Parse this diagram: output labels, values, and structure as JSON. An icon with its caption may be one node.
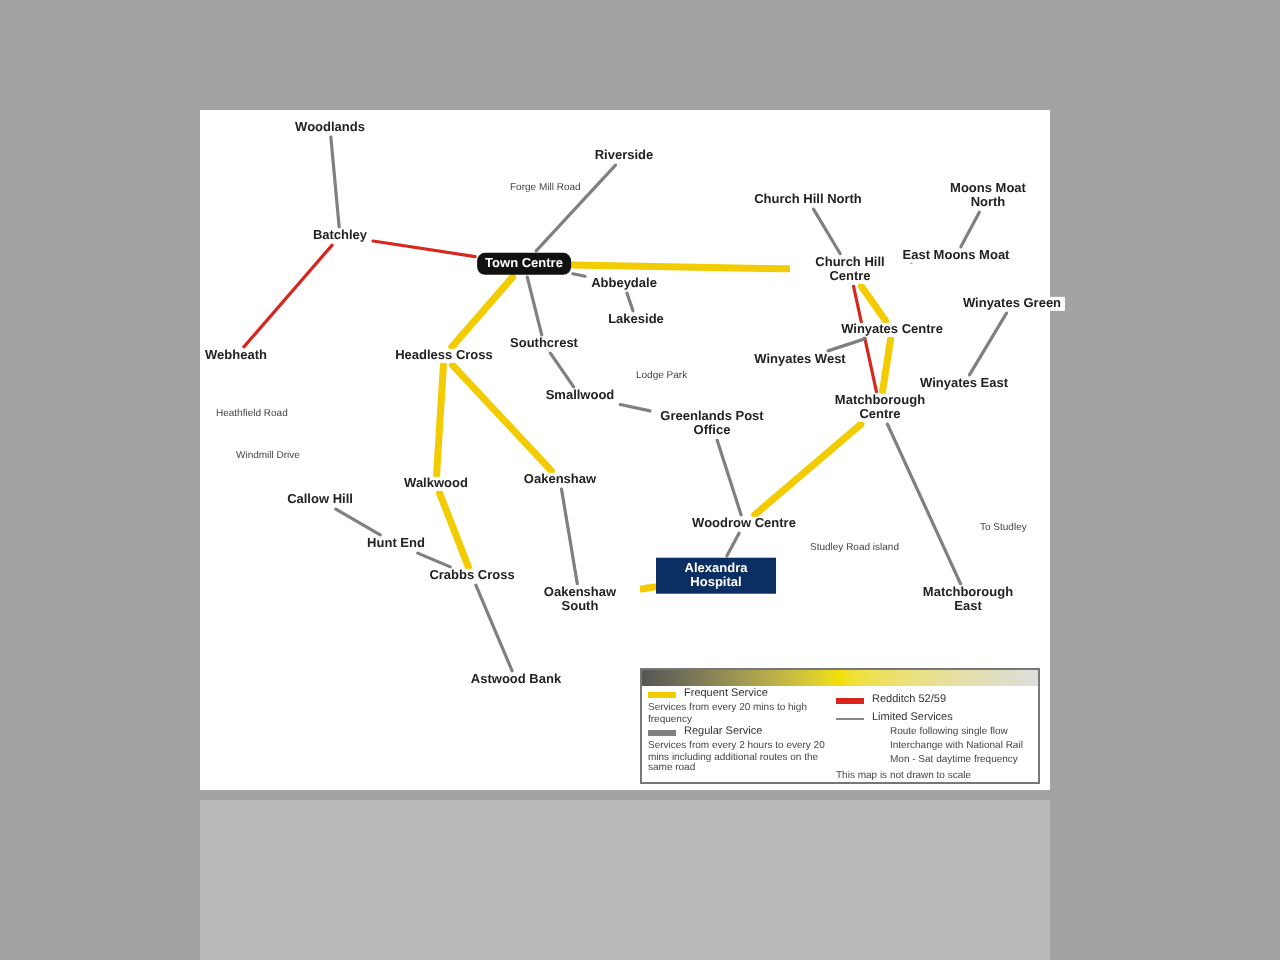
{
  "diagram": {
    "nodes": [
      {
        "text": [
          "Woodlands"
        ]
      },
      {
        "text": [
          "Batchley"
        ]
      },
      {
        "text": [
          "Town Centre"
        ]
      },
      {
        "text": [
          "Webheath"
        ]
      },
      {
        "text": [
          "Headless Cross"
        ]
      },
      {
        "text": [
          "Callow Hill"
        ]
      },
      {
        "text": [
          "Hunt End"
        ]
      },
      {
        "text": [
          "Crabbs Cross"
        ]
      },
      {
        "text": [
          "Walkwood"
        ]
      },
      {
        "text": [
          "Southcrest"
        ]
      },
      {
        "text": [
          "Smallwood"
        ]
      },
      {
        "text": [
          "Lakeside"
        ]
      },
      {
        "text": [
          "Abbeydale"
        ]
      },
      {
        "text": [
          "Riverside"
        ]
      },
      {
        "text": [
          "Church Hill North"
        ]
      },
      {
        "text": [
          "Church Hill Centre"
        ]
      },
      {
        "text": [
          "Moons Moat North"
        ]
      },
      {
        "text": [
          "East Moons Moat"
        ]
      },
      {
        "text": [
          "Winyates Green"
        ]
      },
      {
        "text": [
          "Winyates Centre"
        ]
      },
      {
        "text": [
          "Winyates West"
        ]
      },
      {
        "text": [
          "Winyates East"
        ]
      },
      {
        "text": [
          "Matchborough Centre"
        ]
      },
      {
        "text": [
          "Matchborough East"
        ]
      },
      {
        "text": [
          "Greenlands Post Office"
        ]
      },
      {
        "text": [
          "Oakenshaw"
        ]
      },
      {
        "text": [
          "Oakenshaw South"
        ]
      },
      {
        "text": [
          "Woodrow Centre"
        ]
      },
      {
        "text": [
          "Alexandra Hospital"
        ]
      },
      {
        "text": [
          "Astwood Bank"
        ]
      }
    ],
    "edges": [
      {
        "from": 2,
        "to": 15,
        "arrow": "none",
        "style": "thick",
        "color": "#f2cc00"
      },
      {
        "from": 15,
        "to": 19,
        "arrow": "none",
        "style": "thick",
        "color": "#f2cc00"
      },
      {
        "from": 19,
        "to": 22,
        "arrow": "none",
        "style": "thick",
        "color": "#f2cc00"
      },
      {
        "from": 22,
        "to": 27,
        "arrow": "none",
        "style": "thick",
        "color": "#f2cc00"
      },
      {
        "from": 2,
        "to": 4,
        "arrow": "none",
        "style": "thick",
        "color": "#f2cc00"
      },
      {
        "from": 4,
        "to": 8,
        "arrow": "none",
        "style": "thick",
        "color": "#f2cc00"
      },
      {
        "from": 8,
        "to": 7,
        "arrow": "none",
        "style": "thick",
        "color": "#f2cc00"
      },
      {
        "from": 2,
        "to": 1,
        "arrow": "none",
        "color": "#d7261e"
      },
      {
        "from": 1,
        "to": 3,
        "arrow": "none",
        "color": "#d7261e"
      },
      {
        "from": 15,
        "to": 22,
        "arrow": "none",
        "color": "#d7261e"
      },
      {
        "from": 1,
        "to": 0,
        "arrow": "none"
      },
      {
        "from": 2,
        "to": 9,
        "arrow": "none"
      },
      {
        "from": 9,
        "to": 10,
        "arrow": "none"
      },
      {
        "from": 10,
        "to": 24,
        "arrow": "none"
      },
      {
        "from": 24,
        "to": 27,
        "arrow": "none"
      },
      {
        "from": 27,
        "to": 28,
        "arrow": "none"
      },
      {
        "from": 2,
        "to": 12,
        "arrow": "none"
      },
      {
        "from": 12,
        "to": 11,
        "arrow": "none"
      },
      {
        "from": 2,
        "to": 13,
        "arrow": "none"
      },
      {
        "from": 15,
        "to": 14,
        "arrow": "none"
      },
      {
        "from": 15,
        "to": 17,
        "arrow": "none"
      },
      {
        "from": 17,
        "to": 16,
        "arrow": "none"
      },
      {
        "from": 18,
        "to": 21,
        "arrow": "none"
      },
      {
        "from": 19,
        "to": 20,
        "arrow": "none"
      },
      {
        "from": 22,
        "to": 23,
        "arrow": "none"
      },
      {
        "from": 4,
        "to": 25,
        "arrow": "none",
        "style": "thick",
        "color": "#f2cc00"
      },
      {
        "from": 25,
        "to": 26,
        "arrow": "none"
      },
      {
        "from": 26,
        "to": 28,
        "arrow": "none",
        "style": "thick",
        "color": "#f2cc00"
      },
      {
        "from": 5,
        "to": 6,
        "arrow": "none"
      },
      {
        "from": 6,
        "to": 7,
        "arrow": "none"
      },
      {
        "from": 7,
        "to": 29,
        "arrow": "none"
      }
    ],
    "labels": [
      "Forge Mill Road",
      "Lodge Park",
      "Heathfield Road",
      "Windmill Drive",
      "Studley Road island",
      "To Studley",
      "Services from every 20 mins to high frequency",
      "Services from every 2 hours to every 20 mins including additional routes on the same road",
      "This map is not drawn to scale",
      "Route following single flow",
      "Interchange with National Rail",
      "Mon - Sat daytime frequency"
    ],
    "legend": [
      {
        "text": "Frequent Service",
        "color": "#f2cc00"
      },
      {
        "text": "Regular Service",
        "color": "#808080"
      },
      {
        "text": "Redditch 52/59",
        "color": "#d7261e"
      },
      {
        "text": "Limited Services"
      }
    ]
  }
}
